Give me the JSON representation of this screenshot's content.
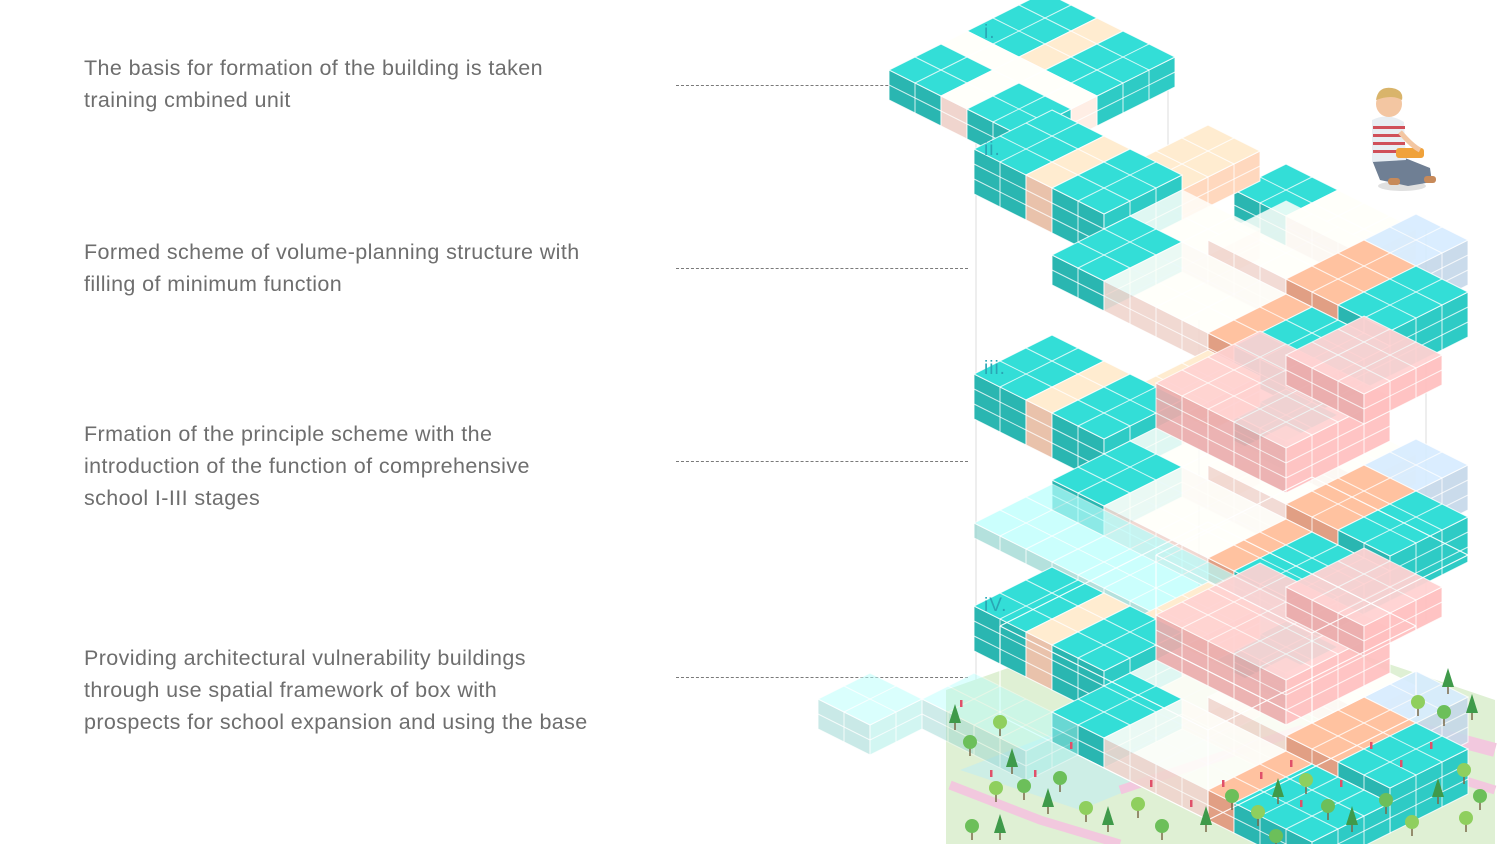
{
  "stages": [
    {
      "label": "i.",
      "lines": [
        "The basis for formation of the building is taken",
        "training cmbined unit"
      ]
    },
    {
      "label": "ii.",
      "lines": [
        "Formed scheme of volume-planning structure with",
        "filling of minimum function"
      ]
    },
    {
      "label": "iii.",
      "lines": [
        "Frmation of the principle scheme with the",
        "introduction of the function of comprehensive",
        "school I-III stages"
      ]
    },
    {
      "label": "iV.",
      "lines": [
        "Providing architectural vulnerability buildings",
        "through use spatial framework of box with",
        "prospects for school expansion and using the base"
      ]
    }
  ],
  "colors": {
    "teal": "#2bbcb6",
    "teal_light": "#9adcd6",
    "peach": "#f0c8b0",
    "salmon": "#e8a488",
    "pink_light": "#f7dcd4",
    "pink": "#f2b2b2",
    "blue_gray": "#b6c8d8",
    "grass": "#dff0d4",
    "path": "#f2c8de",
    "tree": "#6cbf5a",
    "text": "#6e6e6e",
    "label": "#2aa6b4"
  }
}
